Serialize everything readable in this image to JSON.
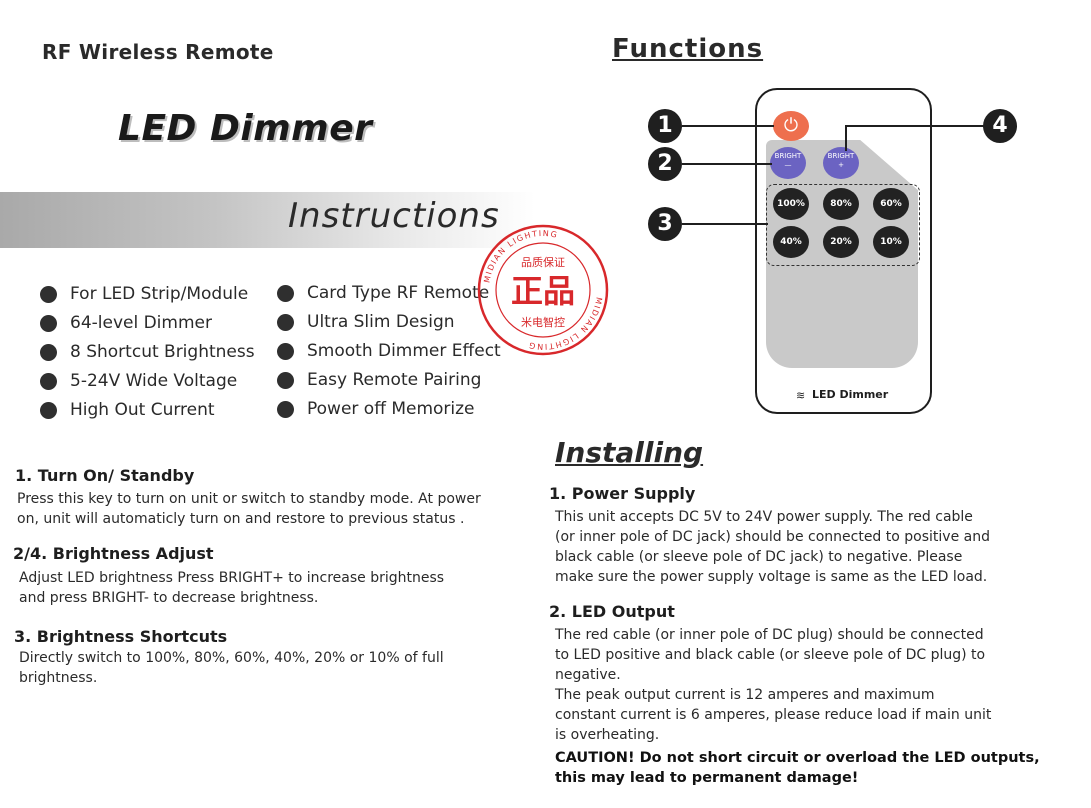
{
  "header": {
    "product_line": "RF Wireless Remote",
    "product_name": "LED Dimmer",
    "instructions_heading": "Instructions"
  },
  "features": {
    "left": [
      "For LED Strip/Module",
      "64-level Dimmer",
      "8 Shortcut Brightness",
      "5-24V Wide Voltage",
      "High Out Current"
    ],
    "right": [
      "Card Type RF Remote",
      "Ultra Slim Design",
      "Smooth Dimmer Effect",
      "Easy Remote Pairing",
      "Power off Memorize"
    ]
  },
  "functions": {
    "heading": "Functions",
    "sections": [
      {
        "title": "1. Turn On/ Standby",
        "body": "Press this key to turn on unit or switch to standby mode. At power\non, unit will automaticly turn on and restore to previous status ."
      },
      {
        "title": "2/4. Brightness Adjust",
        "body": "Adjust LED brightness Press BRIGHT+ to increase brightness\nand press BRIGHT- to decrease brightness."
      },
      {
        "title": "3. Brightness Shortcuts",
        "body": "Directly switch to 100%, 80%, 60%, 40%, 20% or 10% of full\nbrightness."
      }
    ]
  },
  "remote": {
    "bright_minus": "BRIGHT\n—",
    "bright_plus": "BRIGHT\n+",
    "shortcuts": [
      "100%",
      "80%",
      "60%",
      "40%",
      "20%",
      "10%"
    ],
    "label": "LED Dimmer",
    "callouts": [
      "1",
      "2",
      "3",
      "4"
    ]
  },
  "installing": {
    "heading": "Installing",
    "sections": [
      {
        "title": "1. Power Supply",
        "body": "This unit accepts DC 5V to 24V power supply. The red cable\n(or inner pole of DC jack) should be connected to positive and\nblack cable (or sleeve pole of DC jack) to negative. Please\nmake sure the power supply voltage is same as the LED load."
      },
      {
        "title": "2. LED Output",
        "body": "The red cable (or inner pole of DC plug) should be connected\nto LED positive and black cable (or sleeve pole of DC plug) to\nnegative.\nThe peak output current is 12 amperes  and maximum\nconstant current is 6 amperes, please reduce load if main unit\nis overheating."
      }
    ],
    "caution": "CAUTION!  Do not short circuit or overload the LED outputs,\nthis may lead to permanent damage!"
  },
  "stamp": {
    "ring_text": "MIDIAN LIGHTING",
    "top_text": "品质保证",
    "main_text": "正品",
    "bottom_text": "米电智控"
  },
  "colors": {
    "power_button": "#ee6f4e",
    "bright_buttons": "#6b63c2",
    "shortcut_buttons": "#222222",
    "stamp_red": "#d8282b"
  }
}
